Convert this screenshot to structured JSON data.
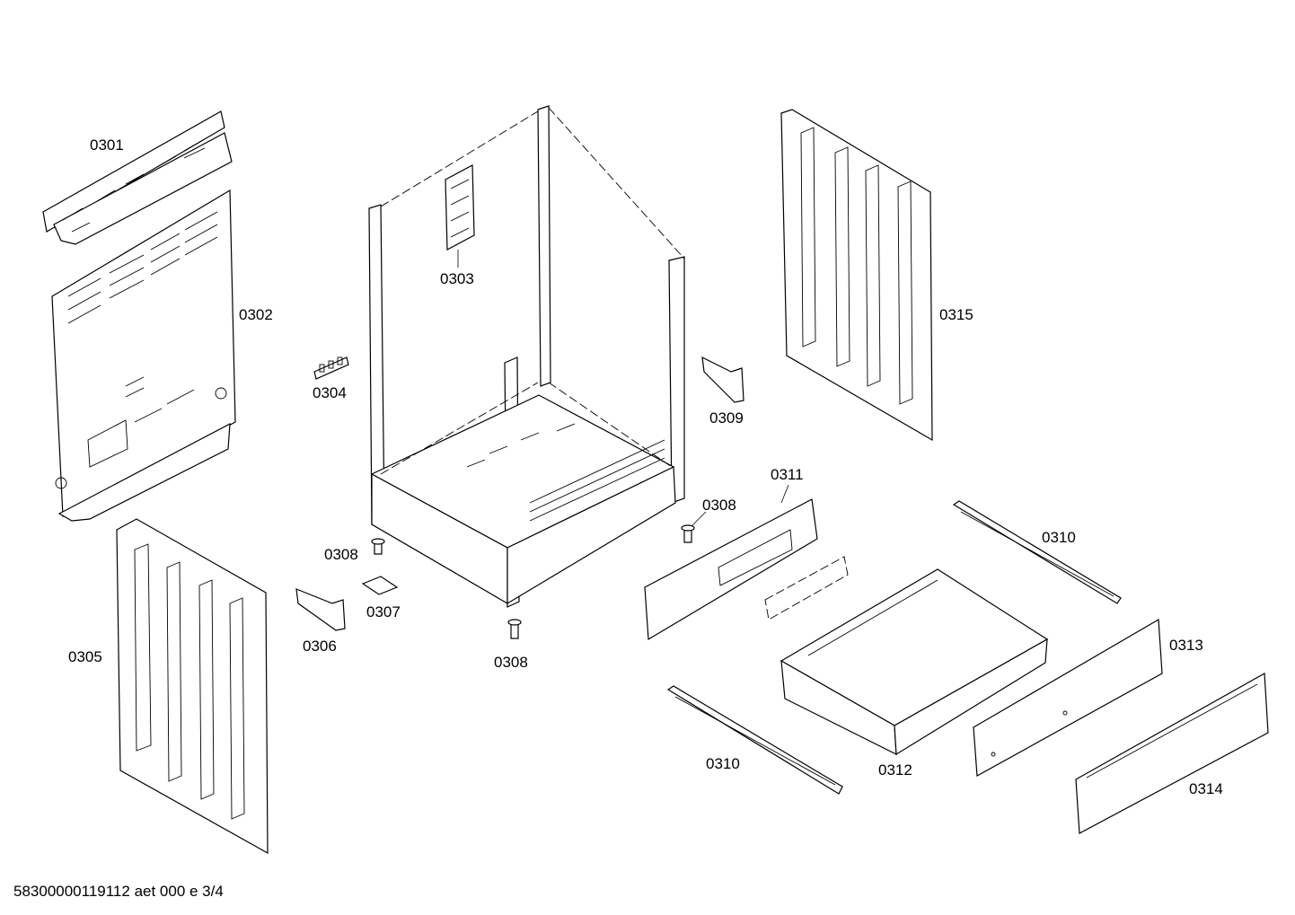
{
  "diagram": {
    "labels": {
      "p0301": "0301",
      "p0302": "0302",
      "p0303": "0303",
      "p0304": "0304",
      "p0305": "0305",
      "p0306": "0306",
      "p0307": "0307",
      "p0308a": "0308",
      "p0308b": "0308",
      "p0308c": "0308",
      "p0309": "0309",
      "p0310a": "0310",
      "p0310b": "0310",
      "p0311": "0311",
      "p0312": "0312",
      "p0313": "0313",
      "p0314": "0314",
      "p0315": "0315"
    },
    "footer": "58300000119112 aet 000 e 3/4"
  }
}
